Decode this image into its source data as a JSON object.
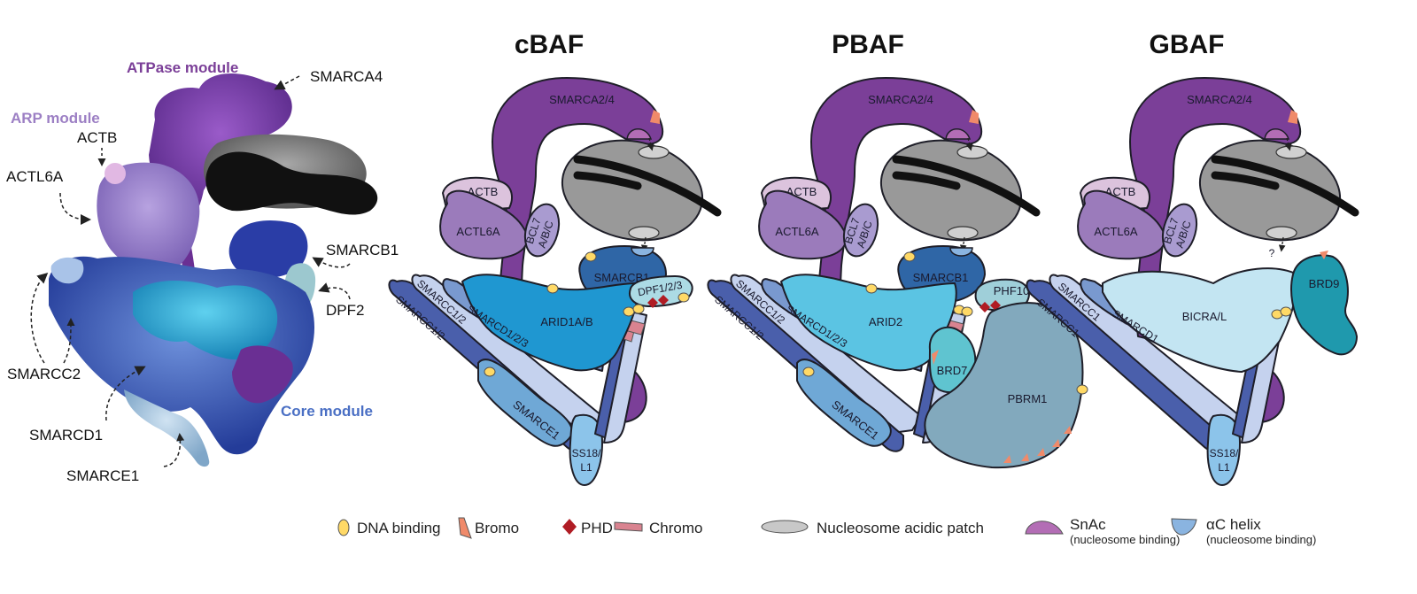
{
  "structure_panel": {
    "modules": {
      "atpase": {
        "label": "ATPase module",
        "color": "#7b3f98"
      },
      "arp": {
        "label": "ARP module",
        "color": "#9c7fc4"
      },
      "core": {
        "label": "Core module",
        "color": "#4a6fc4"
      }
    },
    "subunit_labels": {
      "smarca4": "SMARCA4",
      "actb": "ACTB",
      "actl6a": "ACTL6A",
      "smarcb1": "SMARCB1",
      "dpf2": "DPF2",
      "smarcc2": "SMARCC2",
      "smarcd1": "SMARCD1",
      "smarce1": "SMARCE1"
    }
  },
  "complexes": [
    {
      "title": "cBAF",
      "atpase": "SMARCA2/4",
      "actb": "ACTB",
      "actl6a": "ACTL6A",
      "bcl7_line1": "BCL7",
      "bcl7_line2": "A/B/C",
      "smarcb1": "SMARCB1",
      "arid": "ARID1A/B",
      "smarcc_outer": "SMARCC1/2",
      "smarcc_inner": "SMARCC1/2",
      "smarcd": "SMARCD1/2/3",
      "smarce1": "SMARCE1",
      "ss18_line1": "SS18/",
      "ss18_line2": "L1",
      "dpf": "DPF1/2/3",
      "arid_color": "#1f97d1",
      "question_mark": ""
    },
    {
      "title": "PBAF",
      "atpase": "SMARCA2/4",
      "actb": "ACTB",
      "actl6a": "ACTL6A",
      "bcl7_line1": "BCL7",
      "bcl7_line2": "A/B/C",
      "smarcb1": "SMARCB1",
      "arid": "ARID2",
      "smarcc_outer": "SMARCC1/2",
      "smarcc_inner": "SMARCC1/2",
      "smarcd": "SMARCD1/2/3",
      "smarce1": "SMARCE1",
      "phf10": "PHF10",
      "brd7": "BRD7",
      "pbrm1": "PBRM1",
      "arid_color": "#5bc4e3",
      "question_mark": ""
    },
    {
      "title": "GBAF",
      "atpase": "SMARCA2/4",
      "actb": "ACTB",
      "actl6a": "ACTL6A",
      "bcl7_line1": "BCL7",
      "bcl7_line2": "A/B/C",
      "bicra": "BICRA/L",
      "smarcc_outer": "SMARCC1",
      "smarcc_inner": "SMARCC1",
      "smarcd": "SMARCD1",
      "ss18_line1": "SS18/",
      "ss18_line2": "L1",
      "brd9": "BRD9",
      "arid_color": "#c3e5f2",
      "question_mark": "?"
    }
  ],
  "legend": [
    {
      "label": "DNA binding",
      "sub": "",
      "icon": "dna-binding-oval",
      "color": "#ffd966"
    },
    {
      "label": "Bromo",
      "sub": "",
      "icon": "bromo-triangle",
      "color": "#f08a6a"
    },
    {
      "label": "PHD",
      "sub": "",
      "icon": "phd-diamond",
      "color": "#b01c24"
    },
    {
      "label": "Chromo",
      "sub": "",
      "icon": "chromo-band",
      "color": "#d98390"
    },
    {
      "label": "Nucleosome acidic patch",
      "sub": "",
      "icon": "acidic-patch-ellipse",
      "color": "#c8c8c8"
    },
    {
      "label": "SnAc",
      "sub": "(nucleosome binding)",
      "icon": "snac-dome",
      "color": "#b36db5"
    },
    {
      "label": "αC helix",
      "sub": "(nucleosome binding)",
      "icon": "ac-helix-cup",
      "color": "#8ab4e0"
    }
  ],
  "colors": {
    "atpase": "#7b3f98",
    "actb": "#dcc3dd",
    "actl6a": "#9b7bbb",
    "bcl7": "#a99bd0",
    "nucleosome": "#999999",
    "smarcb1": "#2f66a6",
    "smarcc": "#4a5fab",
    "smarcc_inner": "#c5d2ee",
    "smarcd": "#7999cf",
    "smarce1": "#6fa8d6",
    "ss18": "#8cc4ea",
    "dpf": "#acdbe5",
    "phf10": "#9fcfd9",
    "brd7": "#5fc4d0",
    "pbrm1": "#82a9bd",
    "brd9": "#1f99ad"
  }
}
